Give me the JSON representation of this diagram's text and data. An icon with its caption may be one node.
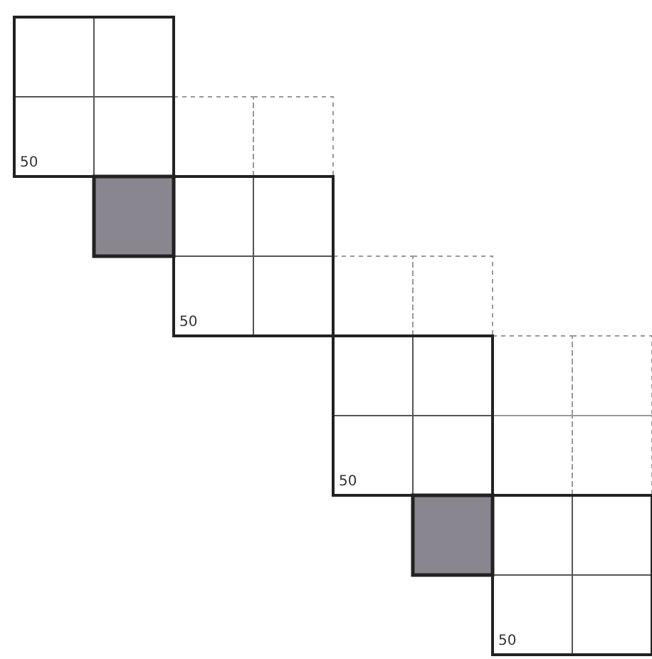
{
  "diagram": {
    "labels": [
      "50",
      "50",
      "50",
      "50"
    ]
  }
}
